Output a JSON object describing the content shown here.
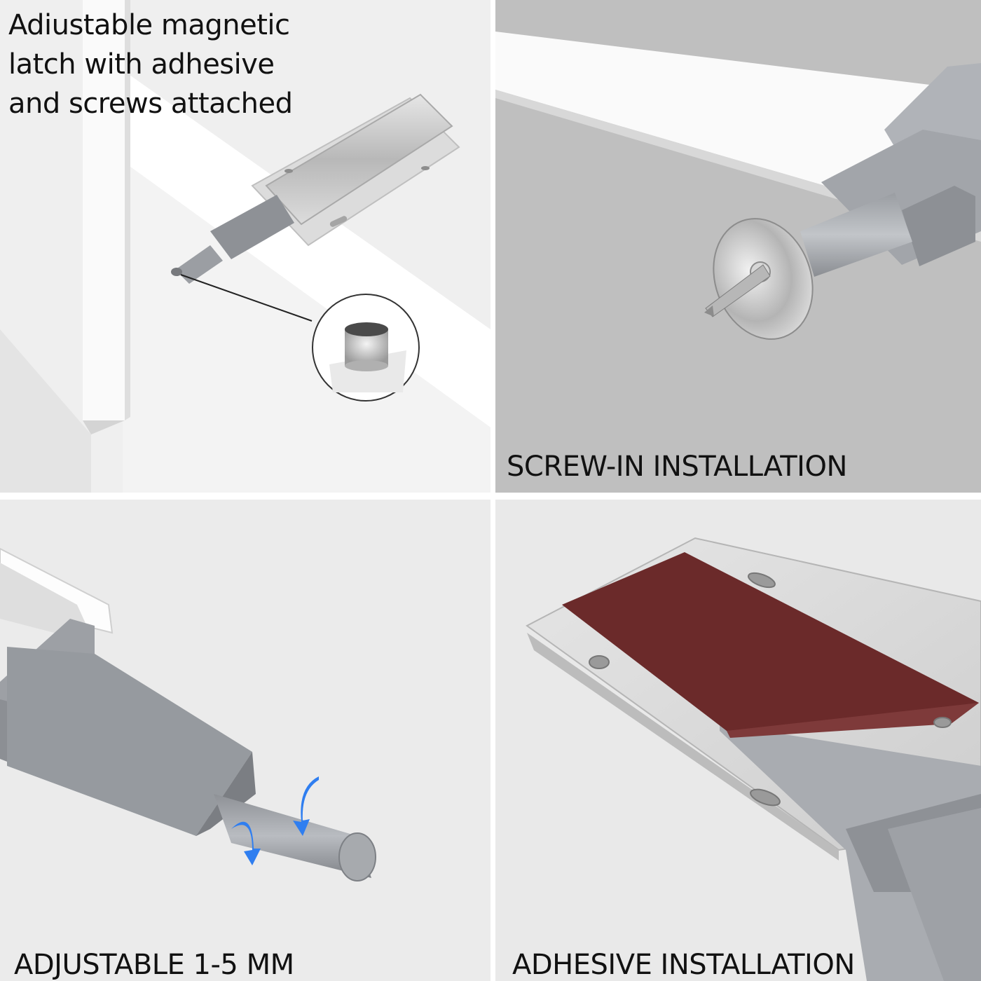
{
  "panels": {
    "overview": {
      "caption_lines": [
        "Adiustable magnetic",
        "latch with adhesive",
        "and screws attached"
      ]
    },
    "screw": {
      "caption": "SCREW-IN INSTALLATION"
    },
    "adjust": {
      "caption": "ADJUSTABLE 1-5 MM"
    },
    "adhesive": {
      "caption": "ADHESIVE INSTALLATION"
    }
  },
  "colors": {
    "latch_gray": "#8c8f94",
    "metal": "#c9cbcd",
    "adhesive_tape": "#6b2a2a",
    "rotate_arrow": "#2f7ef0"
  }
}
